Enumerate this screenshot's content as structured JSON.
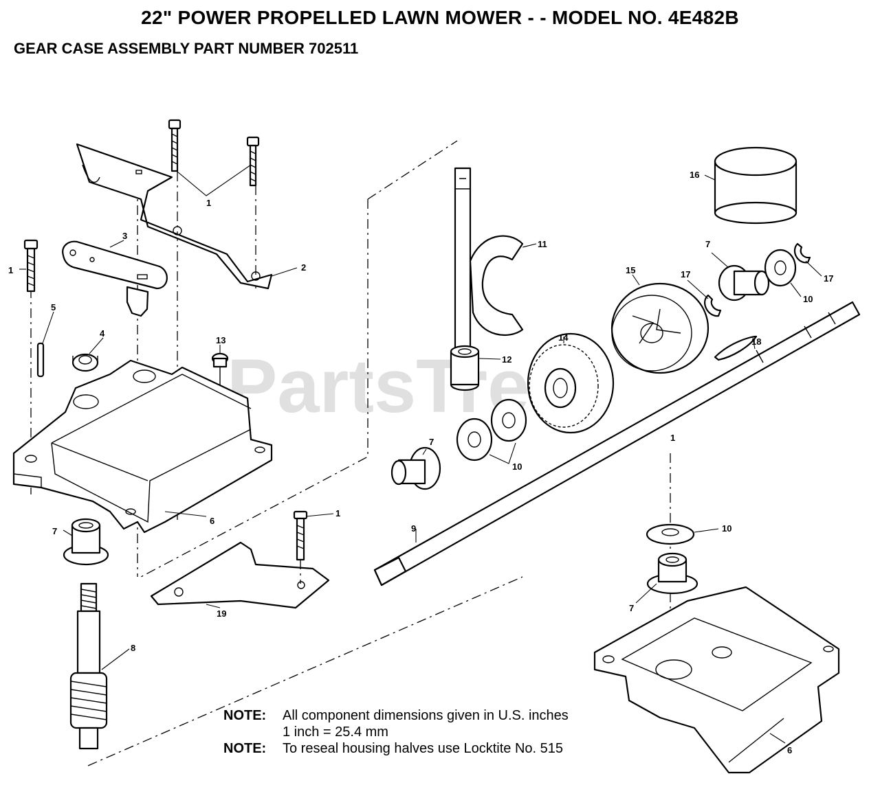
{
  "title": "22\" POWER PROPELLED LAWN MOWER - - MODEL NO. 4E482B",
  "subtitle": "GEAR CASE ASSEMBLY PART NUMBER 702511",
  "watermark": "PartsTree",
  "callouts": {
    "c1a": "1",
    "c1b": "1",
    "c1c": "1",
    "c1d": "1",
    "c2": "2",
    "c3": "3",
    "c4": "4",
    "c5": "5",
    "c6a": "6",
    "c6b": "6",
    "c7a": "7",
    "c7b": "7",
    "c7c": "7",
    "c7d": "7",
    "c8": "8",
    "c9": "9",
    "c10a": "10",
    "c10b": "10",
    "c10c": "10",
    "c11": "11",
    "c12": "12",
    "c13": "13",
    "c14": "14",
    "c15": "15",
    "c16": "16",
    "c17a": "17",
    "c17b": "17",
    "c18": "18",
    "c19": "19"
  },
  "notes": [
    {
      "label": "NOTE:",
      "lines": [
        "All component dimensions given in U.S. inches",
        "1 inch = 25.4 mm"
      ]
    },
    {
      "label": "NOTE:",
      "lines": [
        "To reseal housing halves use Locktite No. 515"
      ]
    }
  ]
}
